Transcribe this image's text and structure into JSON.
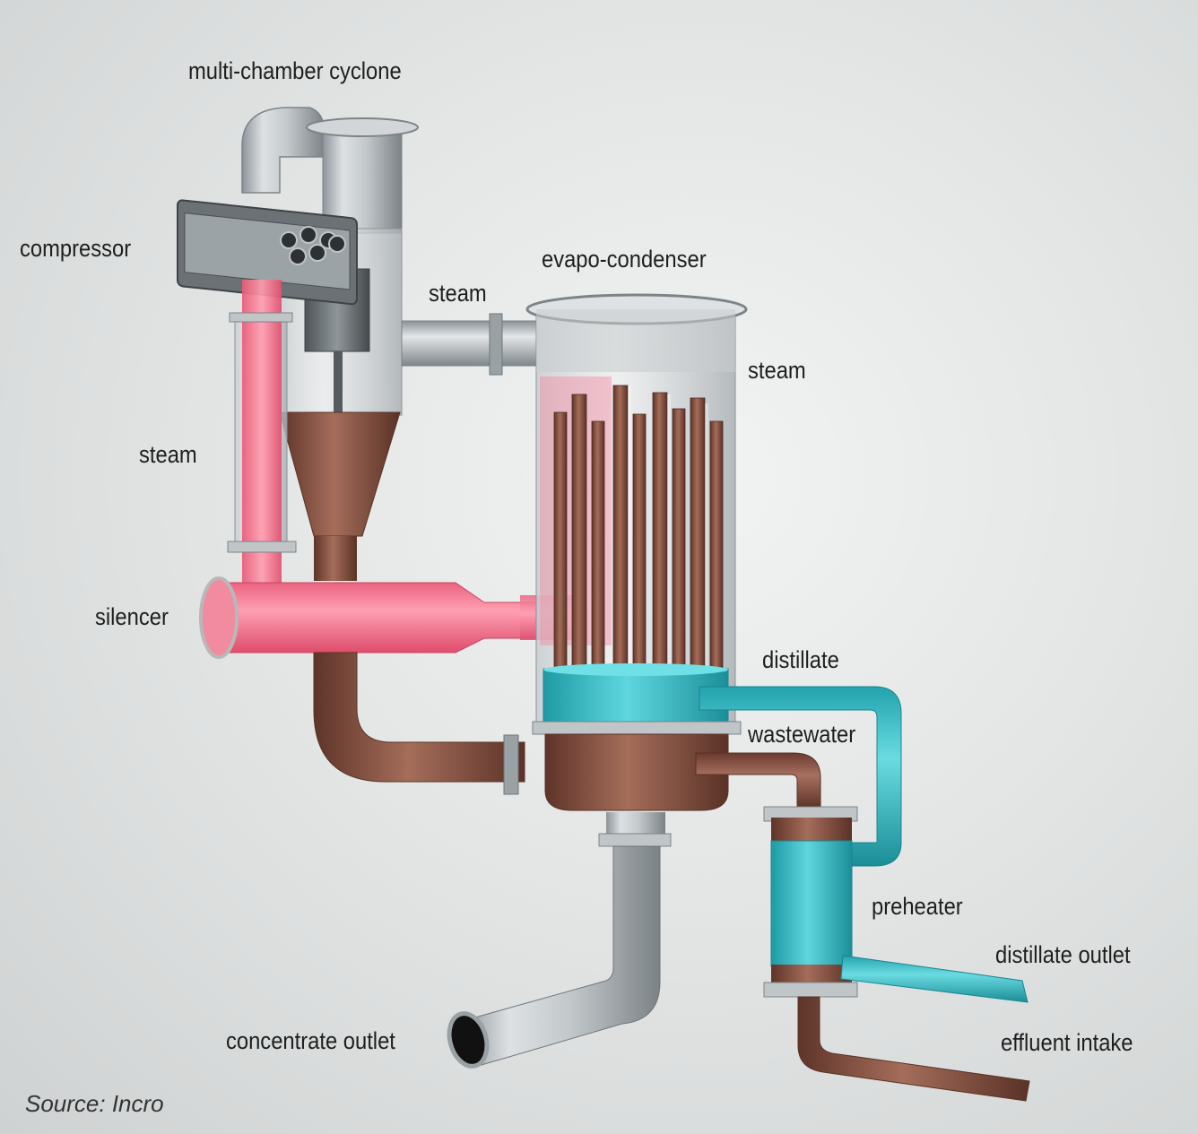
{
  "labels": {
    "multi_chamber_cyclone": "multi-chamber cyclone",
    "compressor": "compressor",
    "steam_top": "steam",
    "evapo_condenser": "evapo-condenser",
    "steam_right": "steam",
    "steam_left": "steam",
    "silencer": "silencer",
    "distillate": "distillate",
    "wastewater": "wastewater",
    "preheater": "preheater",
    "distillate_outlet": "distillate outlet",
    "effluent_intake": "effluent intake",
    "concentrate_outlet": "concentrate outlet"
  },
  "source": "Source: Incro",
  "colors": {
    "steam": "#f06c86",
    "wastewater": "#7f4a3a",
    "distillate": "#2fb9c2",
    "metal": "#b9bec2",
    "background": "#e6e8e8"
  }
}
